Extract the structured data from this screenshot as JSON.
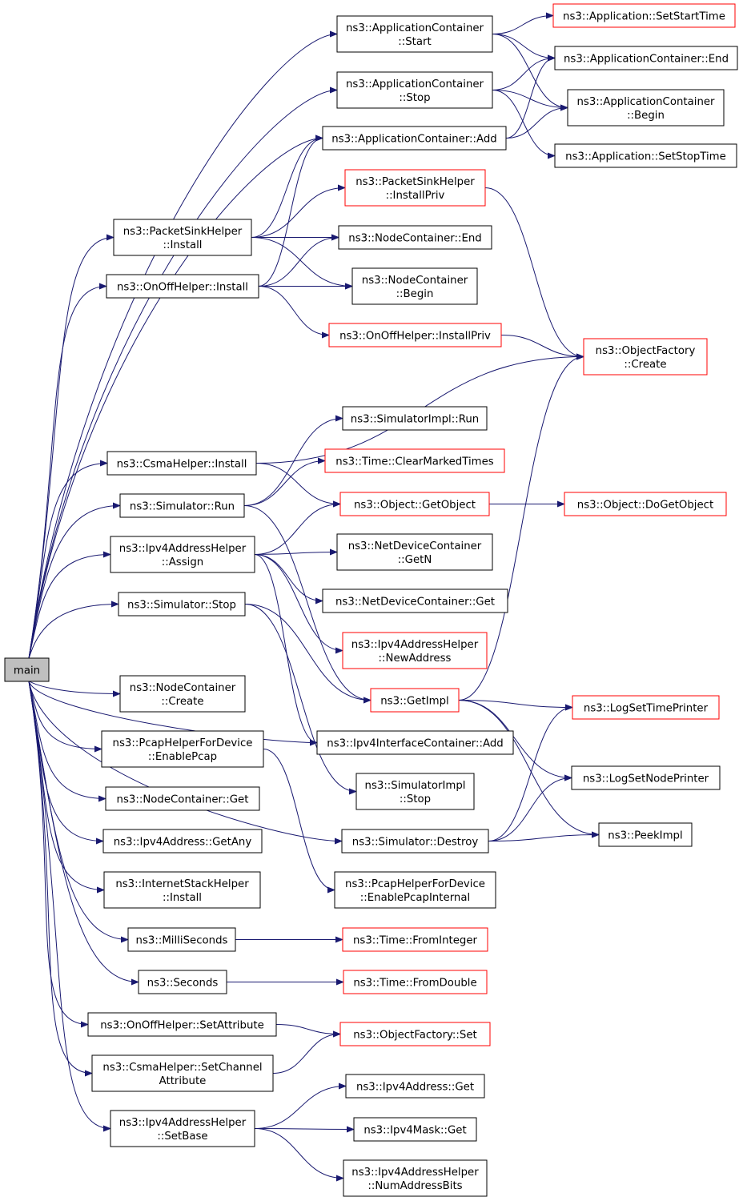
{
  "colors": {
    "edge": "#191970",
    "node_border": "#000000",
    "node_border_external": "#ff0000",
    "root_fill": "#bfbfbf",
    "node_fill": "#ffffff"
  },
  "nodes": [
    {
      "id": "main",
      "lines": [
        "main"
      ],
      "style": "root"
    },
    {
      "id": "appcont-start",
      "lines": [
        "ns3::ApplicationContainer",
        "::Start"
      ],
      "style": "normal"
    },
    {
      "id": "app-setstarttime",
      "lines": [
        "ns3::Application::SetStartTime"
      ],
      "style": "external"
    },
    {
      "id": "appcont-end",
      "lines": [
        "ns3::ApplicationContainer::End"
      ],
      "style": "normal"
    },
    {
      "id": "appcont-stop",
      "lines": [
        "ns3::ApplicationContainer",
        "::Stop"
      ],
      "style": "normal"
    },
    {
      "id": "appcont-begin",
      "lines": [
        "ns3::ApplicationContainer",
        "::Begin"
      ],
      "style": "normal"
    },
    {
      "id": "appcont-add",
      "lines": [
        "ns3::ApplicationContainer::Add"
      ],
      "style": "normal"
    },
    {
      "id": "app-setstoptime",
      "lines": [
        "ns3::Application::SetStopTime"
      ],
      "style": "normal"
    },
    {
      "id": "pktsink-installpriv",
      "lines": [
        "ns3::PacketSinkHelper",
        "::InstallPriv"
      ],
      "style": "external"
    },
    {
      "id": "pktsink-install",
      "lines": [
        "ns3::PacketSinkHelper",
        "::Install"
      ],
      "style": "normal"
    },
    {
      "id": "nodecont-end",
      "lines": [
        "ns3::NodeContainer::End"
      ],
      "style": "normal"
    },
    {
      "id": "onoff-install",
      "lines": [
        "ns3::OnOffHelper::Install"
      ],
      "style": "normal"
    },
    {
      "id": "nodecont-begin",
      "lines": [
        "ns3::NodeContainer",
        "::Begin"
      ],
      "style": "normal"
    },
    {
      "id": "onoff-installpriv",
      "lines": [
        "ns3::OnOffHelper::InstallPriv"
      ],
      "style": "external"
    },
    {
      "id": "objfactory-create",
      "lines": [
        "ns3::ObjectFactory",
        "::Create"
      ],
      "style": "external"
    },
    {
      "id": "simimpl-run",
      "lines": [
        "ns3::SimulatorImpl::Run"
      ],
      "style": "normal"
    },
    {
      "id": "csma-install",
      "lines": [
        "ns3::CsmaHelper::Install"
      ],
      "style": "normal"
    },
    {
      "id": "time-clearmarked",
      "lines": [
        "ns3::Time::ClearMarkedTimes"
      ],
      "style": "external"
    },
    {
      "id": "sim-run",
      "lines": [
        "ns3::Simulator::Run"
      ],
      "style": "normal"
    },
    {
      "id": "object-getobject",
      "lines": [
        "ns3::Object::GetObject"
      ],
      "style": "external"
    },
    {
      "id": "object-dogetobject",
      "lines": [
        "ns3::Object::DoGetObject"
      ],
      "style": "external"
    },
    {
      "id": "ipv4addrhelper-assign",
      "lines": [
        "ns3::Ipv4AddressHelper",
        "::Assign"
      ],
      "style": "normal"
    },
    {
      "id": "netdevcont-getn",
      "lines": [
        "ns3::NetDeviceContainer",
        "::GetN"
      ],
      "style": "normal"
    },
    {
      "id": "sim-stop",
      "lines": [
        "ns3::Simulator::Stop"
      ],
      "style": "normal"
    },
    {
      "id": "netdevcont-get",
      "lines": [
        "ns3::NetDeviceContainer::Get"
      ],
      "style": "normal"
    },
    {
      "id": "ipv4addrhelper-newaddress",
      "lines": [
        "ns3::Ipv4AddressHelper",
        "::NewAddress"
      ],
      "style": "external"
    },
    {
      "id": "nodecont-create",
      "lines": [
        "ns3::NodeContainer",
        "::Create"
      ],
      "style": "normal"
    },
    {
      "id": "getimpl",
      "lines": [
        "ns3::GetImpl"
      ],
      "style": "external"
    },
    {
      "id": "logsettimeprinter",
      "lines": [
        "ns3::LogSetTimePrinter"
      ],
      "style": "external"
    },
    {
      "id": "pcap-enablepcap",
      "lines": [
        "ns3::PcapHelperForDevice",
        "::EnablePcap"
      ],
      "style": "normal"
    },
    {
      "id": "ipv4ifcont-add",
      "lines": [
        "ns3::Ipv4InterfaceContainer::Add"
      ],
      "style": "normal"
    },
    {
      "id": "logsetnodeprinter",
      "lines": [
        "ns3::LogSetNodePrinter"
      ],
      "style": "normal"
    },
    {
      "id": "nodecont-get",
      "lines": [
        "ns3::NodeContainer::Get"
      ],
      "style": "normal"
    },
    {
      "id": "simimpl-stop",
      "lines": [
        "ns3::SimulatorImpl",
        "::Stop"
      ],
      "style": "normal"
    },
    {
      "id": "ipv4addr-getany",
      "lines": [
        "ns3::Ipv4Address::GetAny"
      ],
      "style": "normal"
    },
    {
      "id": "sim-destroy",
      "lines": [
        "ns3::Simulator::Destroy"
      ],
      "style": "normal"
    },
    {
      "id": "peekimpl",
      "lines": [
        "ns3::PeekImpl"
      ],
      "style": "normal"
    },
    {
      "id": "inetstack-install",
      "lines": [
        "ns3::InternetStackHelper",
        "::Install"
      ],
      "style": "normal"
    },
    {
      "id": "pcap-enablepcapinternal",
      "lines": [
        "ns3::PcapHelperForDevice",
        "::EnablePcapInternal"
      ],
      "style": "normal"
    },
    {
      "id": "milliseconds",
      "lines": [
        "ns3::MilliSeconds"
      ],
      "style": "normal"
    },
    {
      "id": "time-frominteger",
      "lines": [
        "ns3::Time::FromInteger"
      ],
      "style": "external"
    },
    {
      "id": "seconds",
      "lines": [
        "ns3::Seconds"
      ],
      "style": "normal"
    },
    {
      "id": "time-fromdouble",
      "lines": [
        "ns3::Time::FromDouble"
      ],
      "style": "external"
    },
    {
      "id": "onoff-setattribute",
      "lines": [
        "ns3::OnOffHelper::SetAttribute"
      ],
      "style": "normal"
    },
    {
      "id": "objfactory-set",
      "lines": [
        "ns3::ObjectFactory::Set"
      ],
      "style": "external"
    },
    {
      "id": "csma-setchannelattr",
      "lines": [
        "ns3::CsmaHelper::SetChannel",
        "Attribute"
      ],
      "style": "normal"
    },
    {
      "id": "ipv4addr-get",
      "lines": [
        "ns3::Ipv4Address::Get"
      ],
      "style": "normal"
    },
    {
      "id": "ipv4addrhelper-setbase",
      "lines": [
        "ns3::Ipv4AddressHelper",
        "::SetBase"
      ],
      "style": "normal"
    },
    {
      "id": "ipv4mask-get",
      "lines": [
        "ns3::Ipv4Mask::Get"
      ],
      "style": "normal"
    },
    {
      "id": "ipv4addrhelper-numaddrbits",
      "lines": [
        "ns3::Ipv4AddressHelper",
        "::NumAddressBits"
      ],
      "style": "normal"
    }
  ],
  "edges": [
    [
      "main",
      "appcont-start"
    ],
    [
      "main",
      "appcont-stop"
    ],
    [
      "main",
      "appcont-add"
    ],
    [
      "main",
      "pktsink-install"
    ],
    [
      "main",
      "onoff-install"
    ],
    [
      "main",
      "csma-install"
    ],
    [
      "main",
      "sim-run"
    ],
    [
      "main",
      "ipv4addrhelper-assign"
    ],
    [
      "main",
      "sim-stop"
    ],
    [
      "main",
      "nodecont-create"
    ],
    [
      "main",
      "pcap-enablepcap"
    ],
    [
      "main",
      "nodecont-get"
    ],
    [
      "main",
      "ipv4addr-getany"
    ],
    [
      "main",
      "inetstack-install"
    ],
    [
      "main",
      "milliseconds"
    ],
    [
      "main",
      "seconds"
    ],
    [
      "main",
      "onoff-setattribute"
    ],
    [
      "main",
      "csma-setchannelattr"
    ],
    [
      "main",
      "ipv4addrhelper-setbase"
    ],
    [
      "main",
      "ipv4ifcont-add"
    ],
    [
      "main",
      "sim-destroy"
    ],
    [
      "appcont-start",
      "app-setstarttime"
    ],
    [
      "appcont-start",
      "appcont-end"
    ],
    [
      "appcont-start",
      "appcont-begin"
    ],
    [
      "appcont-stop",
      "appcont-end"
    ],
    [
      "appcont-stop",
      "appcont-begin"
    ],
    [
      "appcont-stop",
      "app-setstoptime"
    ],
    [
      "appcont-add",
      "appcont-end"
    ],
    [
      "appcont-add",
      "appcont-begin"
    ],
    [
      "pktsink-install",
      "appcont-add"
    ],
    [
      "pktsink-install",
      "pktsink-installpriv"
    ],
    [
      "pktsink-install",
      "nodecont-end"
    ],
    [
      "pktsink-install",
      "nodecont-begin"
    ],
    [
      "onoff-install",
      "appcont-add"
    ],
    [
      "onoff-install",
      "nodecont-end"
    ],
    [
      "onoff-install",
      "nodecont-begin"
    ],
    [
      "onoff-install",
      "onoff-installpriv"
    ],
    [
      "pktsink-installpriv",
      "objfactory-create"
    ],
    [
      "onoff-installpriv",
      "objfactory-create"
    ],
    [
      "csma-install",
      "objfactory-create"
    ],
    [
      "csma-install",
      "object-getobject"
    ],
    [
      "sim-run",
      "simimpl-run"
    ],
    [
      "sim-run",
      "time-clearmarked"
    ],
    [
      "sim-run",
      "getimpl"
    ],
    [
      "object-getobject",
      "object-dogetobject"
    ],
    [
      "ipv4addrhelper-assign",
      "object-getobject"
    ],
    [
      "ipv4addrhelper-assign",
      "netdevcont-getn"
    ],
    [
      "ipv4addrhelper-assign",
      "netdevcont-get"
    ],
    [
      "ipv4addrhelper-assign",
      "ipv4addrhelper-newaddress"
    ],
    [
      "ipv4addrhelper-assign",
      "ipv4ifcont-add"
    ],
    [
      "sim-stop",
      "getimpl"
    ],
    [
      "sim-stop",
      "simimpl-stop"
    ],
    [
      "getimpl",
      "objfactory-create"
    ],
    [
      "getimpl",
      "logsettimeprinter"
    ],
    [
      "getimpl",
      "logsetnodeprinter"
    ],
    [
      "getimpl",
      "peekimpl"
    ],
    [
      "pcap-enablepcap",
      "pcap-enablepcapinternal"
    ],
    [
      "sim-destroy",
      "logsettimeprinter"
    ],
    [
      "sim-destroy",
      "logsetnodeprinter"
    ],
    [
      "sim-destroy",
      "peekimpl"
    ],
    [
      "milliseconds",
      "time-frominteger"
    ],
    [
      "seconds",
      "time-fromdouble"
    ],
    [
      "onoff-setattribute",
      "objfactory-set"
    ],
    [
      "csma-setchannelattr",
      "objfactory-set"
    ],
    [
      "ipv4addrhelper-setbase",
      "ipv4addr-get"
    ],
    [
      "ipv4addrhelper-setbase",
      "ipv4mask-get"
    ],
    [
      "ipv4addrhelper-setbase",
      "ipv4addrhelper-numaddrbits"
    ]
  ]
}
